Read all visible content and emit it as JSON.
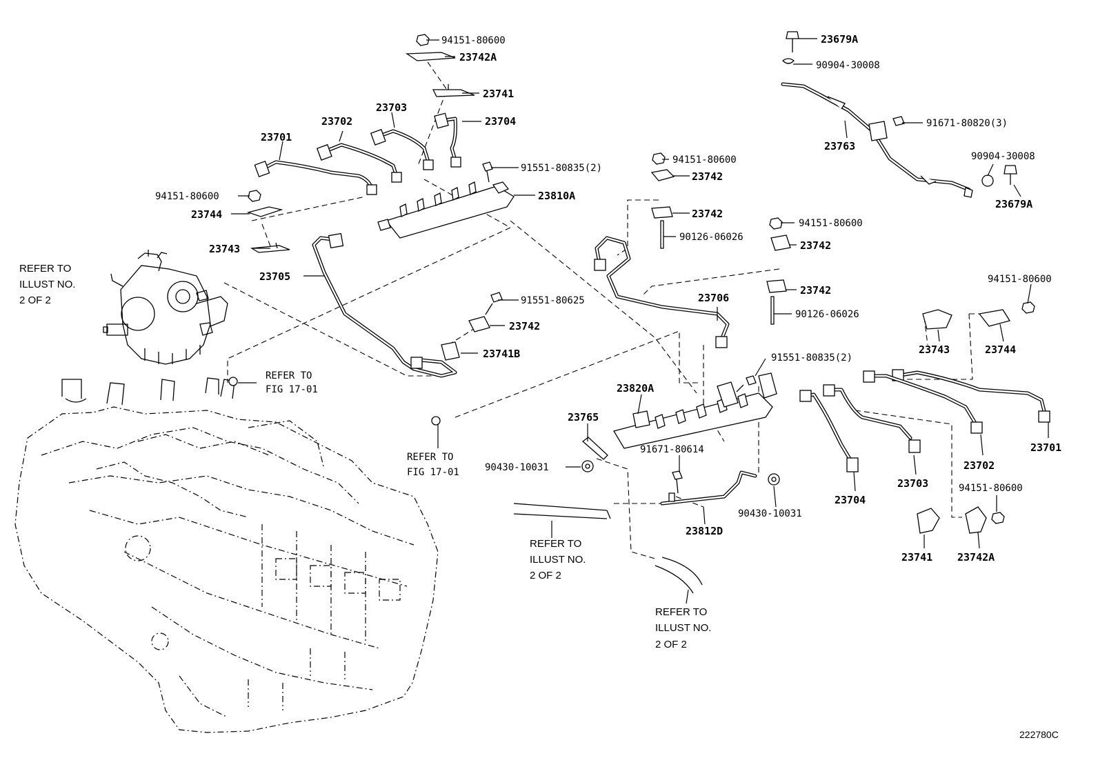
{
  "diagram": {
    "figure_number": "222780C",
    "labels": {
      "p_94151_80600_a": "94151-80600",
      "p_23742A_top": "23742A",
      "p_23741_top": "23741",
      "p_23703_top": "23703",
      "p_23704_top": "23704",
      "p_23702_top": "23702",
      "p_23701_top": "23701",
      "p_91551_80835_a": "91551-80835(2)",
      "p_94151_80600_b": "94151-80600",
      "p_23810A": "23810A",
      "p_23744_left": "23744",
      "p_23743_left": "23743",
      "p_23705": "23705",
      "p_91551_80625": "91551-80625",
      "p_23742_mid": "23742",
      "p_23741B": "23741B",
      "p_94151_80600_c": "94151-80600",
      "p_23742_c1": "23742",
      "p_23742_c2": "23742",
      "p_90126_06026_a": "90126-06026",
      "p_94151_80600_d": "94151-80600",
      "p_23742_c3": "23742",
      "p_23742_c4": "23742",
      "p_90126_06026_b": "90126-06026",
      "p_23706": "23706",
      "p_91551_80835_b": "91551-80835(2)",
      "p_23820A": "23820A",
      "p_23765": "23765",
      "p_90430_10031_a": "90430-10031",
      "p_91671_80614": "91671-80614",
      "p_90430_10031_b": "90430-10031",
      "p_23812D": "23812D",
      "p_23679A_top": "23679A",
      "p_90904_30008_a": "90904-30008",
      "p_91671_80820": "91671-80820(3)",
      "p_23763": "23763",
      "p_90904_30008_b": "90904-30008",
      "p_23679A_b": "23679A",
      "p_94151_80600_e": "94151-80600",
      "p_23743_right": "23743",
      "p_23744_right": "23744",
      "p_23701_right": "23701",
      "p_23702_right": "23702",
      "p_23703_right": "23703",
      "p_23704_right": "23704",
      "p_94151_80600_f": "94151-80600",
      "p_23741_right": "23741",
      "p_23742A_right": "23742A"
    },
    "refs": {
      "refer_illust_left_1": "REFER TO",
      "refer_illust_left_2": "ILLUST NO.",
      "refer_illust_left_3": "2 OF 2",
      "refer_fig_a_1": "REFER TO",
      "refer_fig_a_2": "FIG 17-01",
      "refer_fig_b_1": "REFER TO",
      "refer_fig_b_2": "FIG 17-01",
      "refer_illust_mid_1": "REFER TO",
      "refer_illust_mid_2": "ILLUST NO.",
      "refer_illust_mid_3": "2 OF 2",
      "refer_illust_low_1": "REFER TO",
      "refer_illust_low_2": "ILLUST NO.",
      "refer_illust_low_3": "2 OF 2"
    }
  }
}
